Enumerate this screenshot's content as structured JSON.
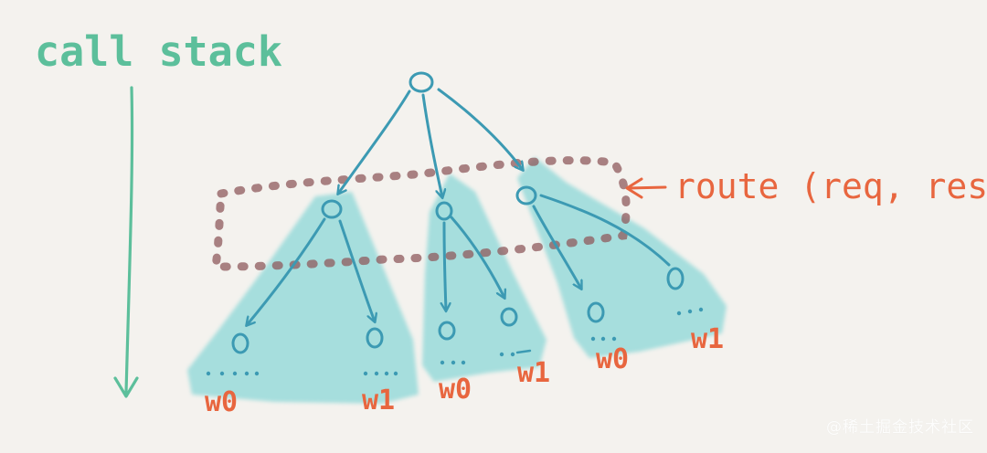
{
  "diagram": {
    "call_stack_label": "call stack",
    "route_label": "route (req, res)",
    "leaf_labels": {
      "g1_left": "w0",
      "g1_right": "w1",
      "g2_left": "w0",
      "g2_right": "w1",
      "g3_left": "w0",
      "g3_right": "w1"
    }
  },
  "watermark": "@稀土掘金技术社区",
  "colors": {
    "background": "#f4f2ee",
    "call_stack": "#5cbf9b",
    "tree": "#3c9ab3",
    "highlight": "#8fd8d8",
    "route": "#e8663f",
    "route_box": "#8f5a5c"
  },
  "icons": {
    "arrow_down": "arrow-down-icon",
    "arrow_left": "arrow-left-icon"
  }
}
